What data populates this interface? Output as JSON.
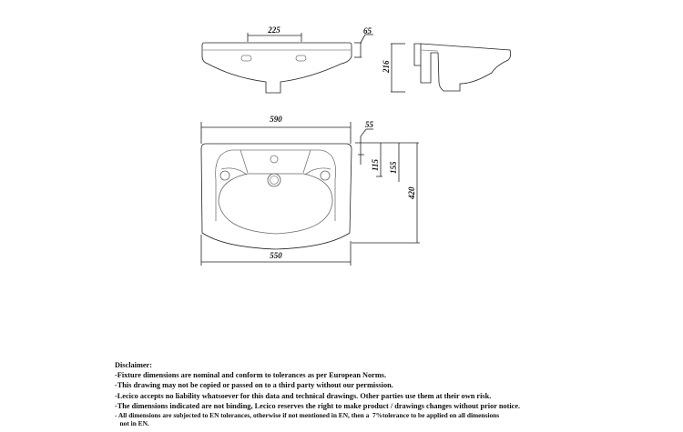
{
  "dimensions": {
    "front_tap_spacing": "225",
    "front_rim_height": "65",
    "side_height": "216",
    "top_width": "590",
    "bottom_width": "550",
    "tap_hole_offset": "55",
    "bowl_offset_1": "115",
    "bowl_offset_2": "155",
    "depth": "420"
  },
  "disclaimer": {
    "title": "Disclaimer:",
    "lines": [
      "-Fixture dimensions are nominal and conform to tolerances as per European Norms.",
      "-This drawing may not be copied or passed on to a third party without our permission.",
      "-Lecico accepts no liability whatsoever for this data and technical drawings. Other parties use them at their own risk.",
      "-The dimensions indicated are not binding, Lecico reserves the right to make product / drawings changes without prior notice.",
      "- All dimensions are subjected to EN tolerances, otherwise if not mentioned in EN, then a  7%tolerance to be applied on all dimensions",
      "   not in EN."
    ]
  }
}
